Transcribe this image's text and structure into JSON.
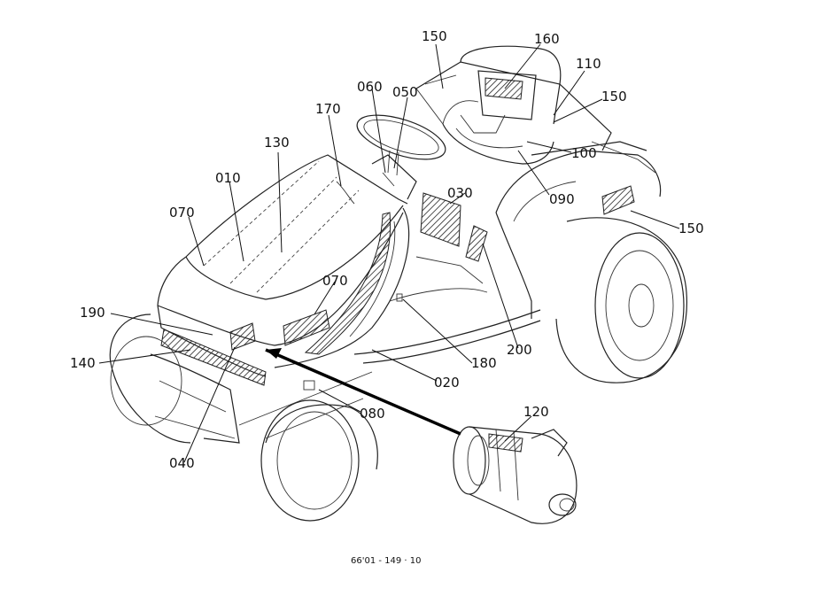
{
  "diagram": {
    "callouts": [
      {
        "id": "c150a",
        "label": "150"
      },
      {
        "id": "c160",
        "label": "160"
      },
      {
        "id": "c110",
        "label": "110"
      },
      {
        "id": "c150b",
        "label": "150"
      },
      {
        "id": "c060",
        "label": "060"
      },
      {
        "id": "c050",
        "label": "050"
      },
      {
        "id": "c170",
        "label": "170"
      },
      {
        "id": "c130",
        "label": "130"
      },
      {
        "id": "c100",
        "label": "100"
      },
      {
        "id": "c010",
        "label": "010"
      },
      {
        "id": "c090",
        "label": "090"
      },
      {
        "id": "c030",
        "label": "030"
      },
      {
        "id": "c070a",
        "label": "070"
      },
      {
        "id": "c150c",
        "label": "150"
      },
      {
        "id": "c070b",
        "label": "070"
      },
      {
        "id": "c190",
        "label": "190"
      },
      {
        "id": "c200",
        "label": "200"
      },
      {
        "id": "c140",
        "label": "140"
      },
      {
        "id": "c180",
        "label": "180"
      },
      {
        "id": "c020",
        "label": "020"
      },
      {
        "id": "c120",
        "label": "120"
      },
      {
        "id": "c080",
        "label": "080"
      },
      {
        "id": "c040",
        "label": "040"
      }
    ],
    "footer_code": "66'01 - 149 · 10"
  }
}
